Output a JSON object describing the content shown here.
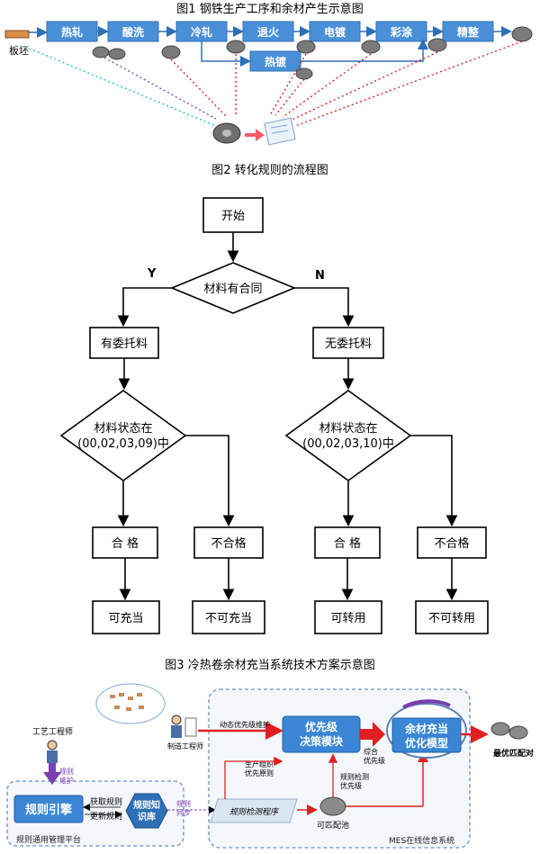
{
  "fig1": {
    "title": "图1 钢铁生产工序和余材产生示意图",
    "start_label": "板坯",
    "steps": [
      "热轧",
      "酸洗",
      "冷轧",
      "退火",
      "电镀",
      "彩涂",
      "精整"
    ],
    "branch": "热镀"
  },
  "fig2": {
    "title": "图2  转化规则的流程图",
    "start": "开始",
    "decision_main": "材料有合同",
    "yes": "Y",
    "no": "N",
    "left_branch": "有委托料",
    "right_branch": "无委托料",
    "left_decision": [
      "材料状态在",
      "(00,02,03,09)中"
    ],
    "right_decision": [
      "材料状态在",
      "(00,02,03,10)中"
    ],
    "pass": "合  格",
    "fail": "不合格",
    "left_results": [
      "可充当",
      "不可充当"
    ],
    "right_results": [
      "可转用",
      "不可转用"
    ]
  },
  "fig3": {
    "title": "图3   冷热卷余材充当系统技术方案示意图",
    "craft_engineer": "工艺工程师",
    "rule_maint": [
      "规则",
      "维护"
    ],
    "rule_engine": "规则引擎",
    "get_rules": "获取规则",
    "update_rules": "更新规则",
    "rule_kb": [
      "规则知",
      "识库"
    ],
    "rule_sync": [
      "规则",
      "同步"
    ],
    "platform": "规则通用管理平台",
    "mfg_engineer": "制造工程师",
    "dyn_maint": "动态优先级维护",
    "priority_module": [
      "优先级",
      "决策模块"
    ],
    "prod_org": [
      "生产组织",
      "优先原则"
    ],
    "combined": [
      "综合",
      "优先级"
    ],
    "rule_check": [
      "规则检测",
      "优先级"
    ],
    "checker": "规则检测程序",
    "pool": "可匹配池",
    "optim": [
      "余材充当",
      "优化模型"
    ],
    "best": "最优匹配对",
    "mes": "MES在线信息系统"
  }
}
